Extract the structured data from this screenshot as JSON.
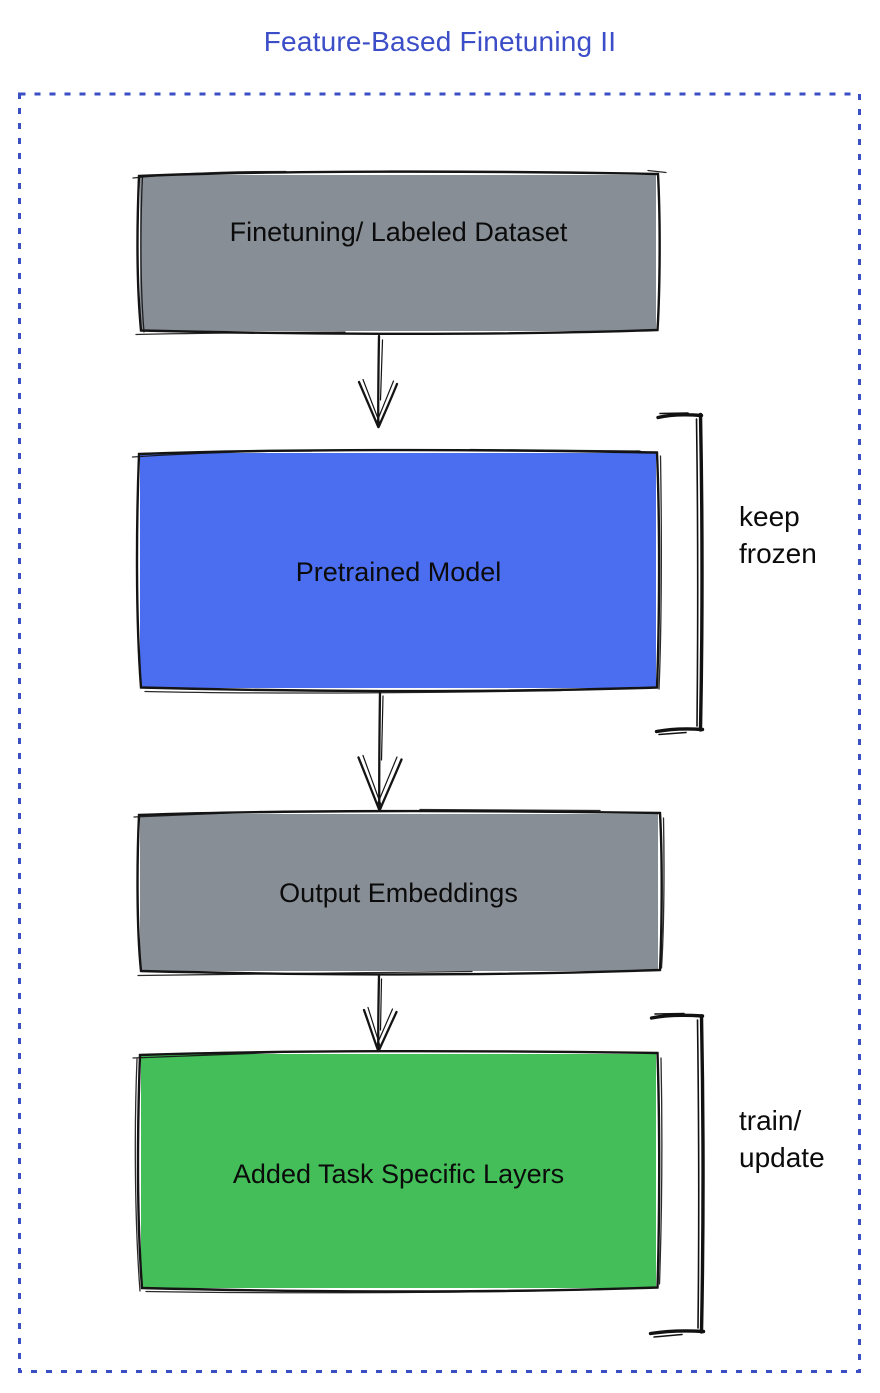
{
  "title": "Feature-Based Finetuning II",
  "colors": {
    "title": "#3B4DC7",
    "frame": "#3B4FC5",
    "gray": "#878E96",
    "blue": "#4B6EF0",
    "green": "#43BE58"
  },
  "nodes": {
    "dataset": {
      "label": "Finetuning/ Labeled Dataset"
    },
    "pretrained": {
      "label": "Pretrained Model"
    },
    "embeddings": {
      "label": "Output Embeddings"
    },
    "task_layers": {
      "label": "Added Task Specific Layers"
    }
  },
  "annotations": {
    "keep_frozen": {
      "line1": "keep",
      "line2": "frozen"
    },
    "train_update": {
      "line1": "train/",
      "line2": "update"
    }
  }
}
